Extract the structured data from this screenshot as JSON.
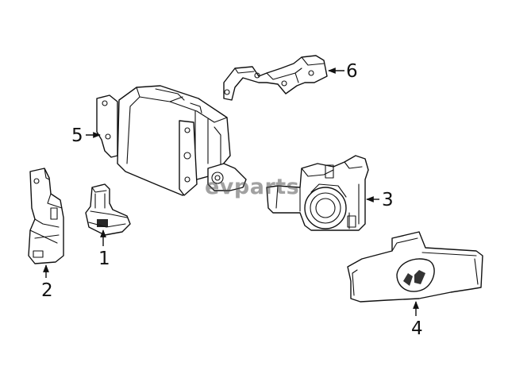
{
  "watermark": "evparts",
  "callouts": {
    "c1": "1",
    "c2": "2",
    "c3": "3",
    "c4": "4",
    "c5": "5",
    "c6": "6"
  },
  "colors": {
    "line": "#111111",
    "background": "#ffffff",
    "watermark": "#555555"
  }
}
